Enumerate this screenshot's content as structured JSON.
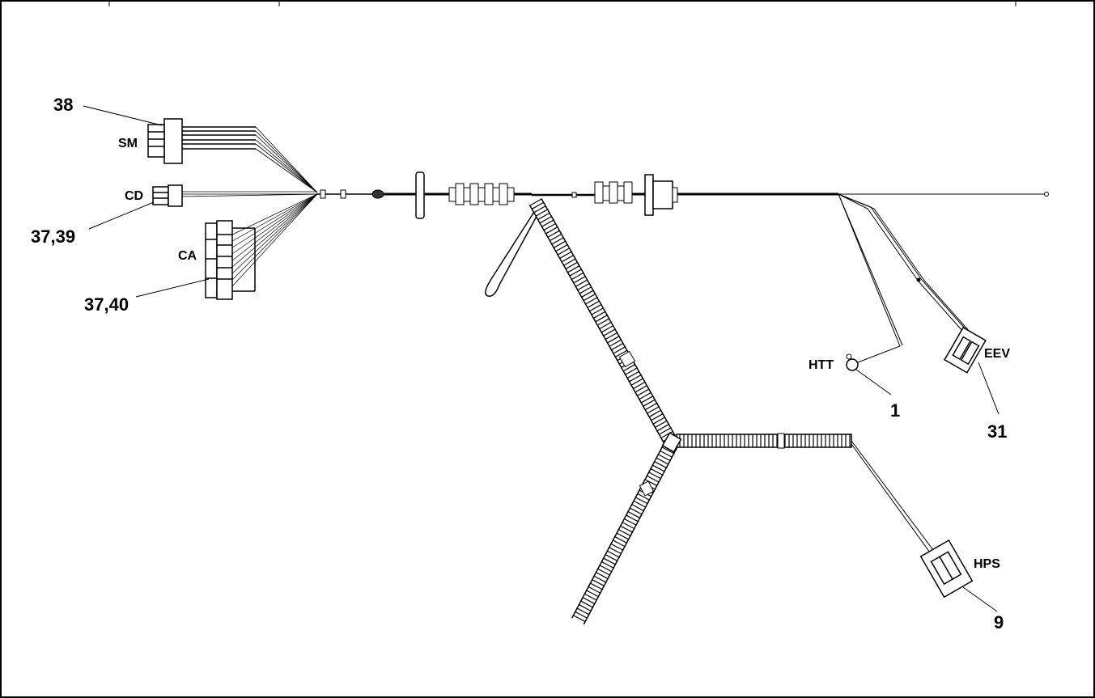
{
  "callouts": {
    "c38": "38",
    "c37_39": "37,39",
    "c37_40": "37,40",
    "c1": "1",
    "c31": "31",
    "c9": "9"
  },
  "connector_codes": {
    "sm": "SM",
    "cd": "CD",
    "ca": "CA",
    "htt": "HTT",
    "eev": "EEV",
    "hps": "HPS"
  }
}
